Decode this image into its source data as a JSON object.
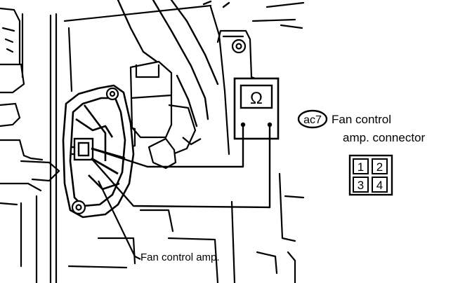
{
  "meter": {
    "symbol": "Ω"
  },
  "connector": {
    "code": "ac7",
    "label_line1": "Fan control",
    "label_line2": "amp. connector",
    "pins": [
      "1",
      "2",
      "3",
      "4"
    ]
  },
  "component": {
    "label": "Fan control amp."
  }
}
